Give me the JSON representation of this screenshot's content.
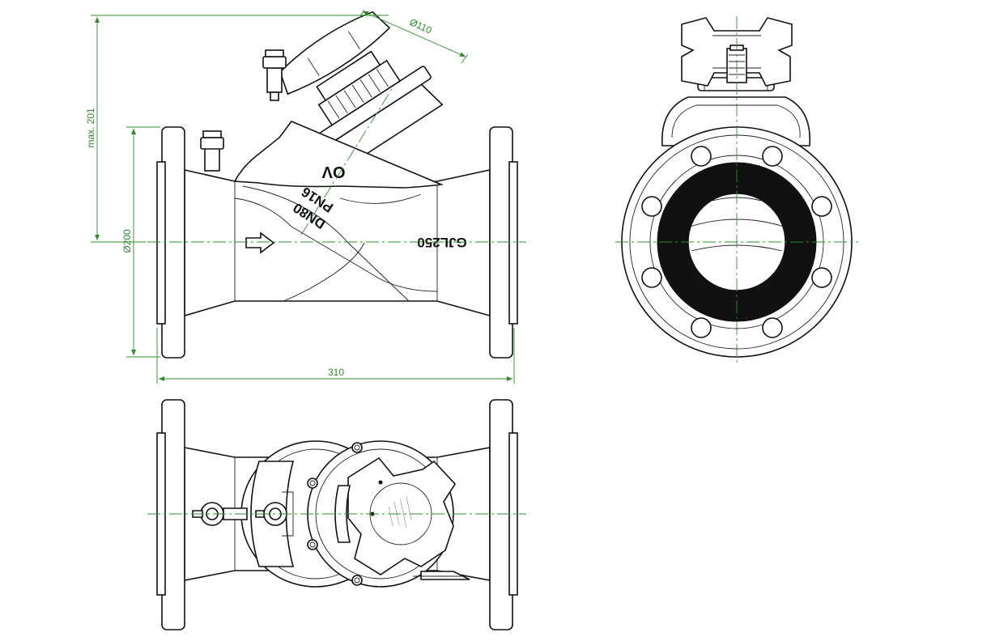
{
  "dimensions": {
    "handwheel_diameter": "Ø110",
    "max_height": "max. 201",
    "flange_diameter": "Ø200",
    "face_to_face_length": "310"
  },
  "body_markings": {
    "valve_type": "OV",
    "nominal_size": "DN80",
    "pressure_rating": "PN16",
    "material": "GJL250"
  },
  "colors": {
    "outline": "#111111",
    "centerline": "#2e8b2e",
    "dimension": "#2e8b2e",
    "seal_ring": "#111111"
  },
  "icons": {
    "flow_direction": "arrow-right-outline"
  }
}
